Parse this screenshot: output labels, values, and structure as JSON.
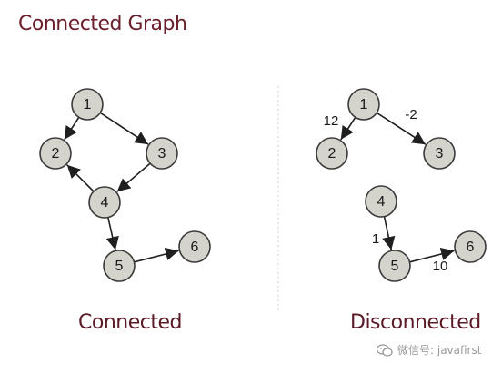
{
  "title": "Connected Graph",
  "captions": {
    "left": "Connected",
    "right": "Disconnected"
  },
  "watermark": {
    "text": "微信号: javafirst",
    "icon": "wechat-icon"
  },
  "colors": {
    "node_fill": "#d5d4cc",
    "node_stroke": "#3a3a3a",
    "edge": "#1f1f1f",
    "title": "#6b1f2a",
    "divider": "#d0d0d0"
  },
  "graphs": [
    {
      "name": "connected",
      "nodes": [
        "1",
        "2",
        "3",
        "4",
        "5",
        "6"
      ],
      "edges": [
        {
          "from": "1",
          "to": "2"
        },
        {
          "from": "1",
          "to": "3"
        },
        {
          "from": "3",
          "to": "4"
        },
        {
          "from": "4",
          "to": "2"
        },
        {
          "from": "4",
          "to": "5"
        },
        {
          "from": "5",
          "to": "6"
        }
      ]
    },
    {
      "name": "disconnected",
      "nodes": [
        "1",
        "2",
        "3",
        "4",
        "5",
        "6"
      ],
      "edges": [
        {
          "from": "1",
          "to": "2",
          "weight": "12"
        },
        {
          "from": "1",
          "to": "3",
          "weight": "-2"
        },
        {
          "from": "4",
          "to": "5",
          "weight": "1"
        },
        {
          "from": "5",
          "to": "6",
          "weight": "10"
        }
      ]
    }
  ]
}
